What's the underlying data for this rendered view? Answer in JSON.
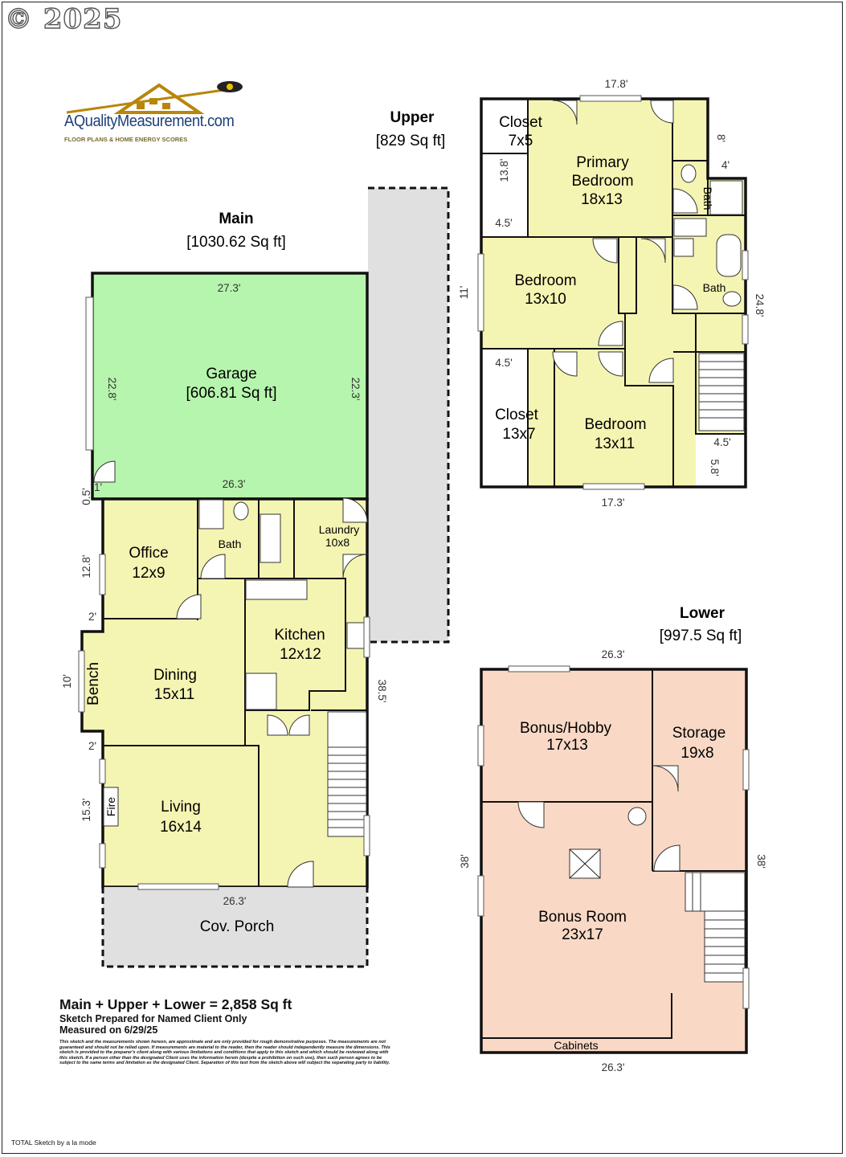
{
  "copyright": "© 2025",
  "logo": {
    "brand": "AQualityMeasurement.com",
    "tagline": "FLOOR PLANS & HOME ENERGY SCORES"
  },
  "floors": {
    "main": {
      "title": "Main",
      "area": "[1030.62 Sq ft]"
    },
    "upper": {
      "title": "Upper",
      "area": "[829 Sq ft]"
    },
    "lower": {
      "title": "Lower",
      "area": "[997.5 Sq ft]"
    }
  },
  "rooms": {
    "garage": {
      "name": "Garage",
      "size": "[606.81 Sq ft]"
    },
    "office": {
      "name": "Office",
      "size": "12x9"
    },
    "main_bath": {
      "name": "Bath"
    },
    "laundry": {
      "name": "Laundry",
      "size": "10x8"
    },
    "kitchen": {
      "name": "Kitchen",
      "size": "12x12"
    },
    "dining": {
      "name": "Dining",
      "size": "15x11"
    },
    "bench": {
      "name": "Bench"
    },
    "living": {
      "name": "Living",
      "size": "16x14"
    },
    "fire": {
      "name": "Fire"
    },
    "porch": {
      "name": "Cov. Porch"
    },
    "upper_closet_top": {
      "name": "Closet",
      "size": "7x5"
    },
    "primary_bedroom": {
      "name1": "Primary",
      "name2": "Bedroom",
      "size": "18x13"
    },
    "upper_bath_small": {
      "name": "Bath"
    },
    "upper_bath": {
      "name": "Bath"
    },
    "bedroom_2": {
      "name": "Bedroom",
      "size": "13x10"
    },
    "upper_closet_bottom": {
      "name": "Closet",
      "size": "13x7"
    },
    "bedroom_3": {
      "name": "Bedroom",
      "size": "13x11"
    },
    "bonus_hobby": {
      "name": "Bonus/Hobby",
      "size": "17x13"
    },
    "storage": {
      "name": "Storage",
      "size": "19x8"
    },
    "bonus_room": {
      "name": "Bonus Room",
      "size": "23x17"
    },
    "cabinets": {
      "name": "Cabinets"
    }
  },
  "dimensions": {
    "garage_top": "27.3'",
    "garage_bottom": "26.3'",
    "garage_left": "22.8'",
    "garage_right": "22.3'",
    "garage_1": "1'",
    "main_05": "0.5'",
    "main_128": "12.8'",
    "main_2a": "2'",
    "main_10": "10'",
    "main_2b": "2'",
    "main_153": "15.3'",
    "main_385": "38.5'",
    "main_porch": "26.3'",
    "upper_top": "17.8'",
    "upper_138": "13.8'",
    "upper_45a": "4.5'",
    "upper_11": "11'",
    "upper_45b": "4.5'",
    "upper_8": "8'",
    "upper_4": "4'",
    "upper_248": "24.8'",
    "upper_45c": "4.5'",
    "upper_58": "5.8'",
    "upper_bottom": "17.3'",
    "lower_top": "26.3'",
    "lower_left": "38'",
    "lower_right": "38'",
    "lower_bottom": "26.3'"
  },
  "footer": {
    "total": "Main + Upper + Lower = 2,858 Sq ft",
    "prepared": "Sketch Prepared for Named Client Only",
    "measured": "Measured on 6/29/25",
    "disclaimer": "This sketch and the measurements shown hereon, are approximate and are only provided for rough demonstrative purposes. The measurements are not guaranteed and should not be relied upon. If measurements are material to the reader, then the reader should independently measure the dimensions. This sketch is provided to the preparer's client along with various limitations and conditions that apply to this sketch and which should be reviewed along with this sketch. If a person other than the designated Client uses the information herein (despite a prohibition on such use), then such person agrees to be subject to the same terms and limitation as the designated Client. Separation of this text from the sketch above will subject the separating party to liability.",
    "software": "TOTAL Sketch by a la mode"
  },
  "colors": {
    "garage": "#b6f5ad",
    "main": "#f5f5b3",
    "upper": "#f5f5b3",
    "lower": "#f9d9c6",
    "porch": "#e0e0e0",
    "wall": "#111111",
    "dim_text": "#333333"
  }
}
